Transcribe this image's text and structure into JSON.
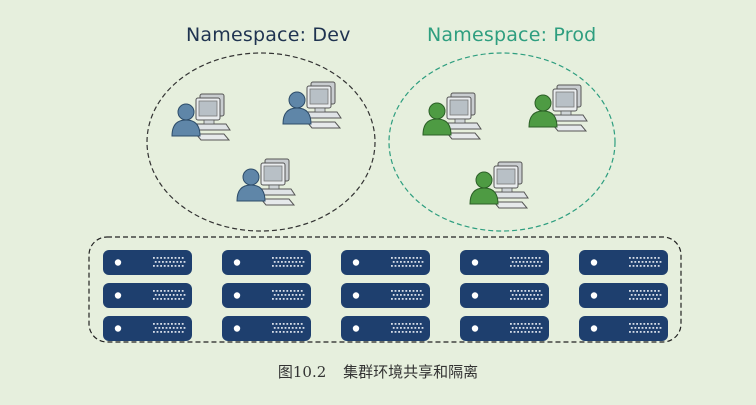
{
  "namespaces": [
    {
      "label": "Namespace: Dev",
      "color": "#1f3350",
      "user_color": "#5f86a8"
    },
    {
      "label": "Namespace: Prod",
      "color": "#2e9e7f",
      "user_color": "#4e9b43"
    }
  ],
  "caption": {
    "figure_number": "图10.2",
    "title": "集群环境共享和隔离"
  },
  "cluster": {
    "server_color": "#1e3f6e",
    "columns": 5,
    "rows": 3
  },
  "icons": {
    "workstation": "workstation-with-user-icon",
    "server": "rack-server-icon"
  }
}
